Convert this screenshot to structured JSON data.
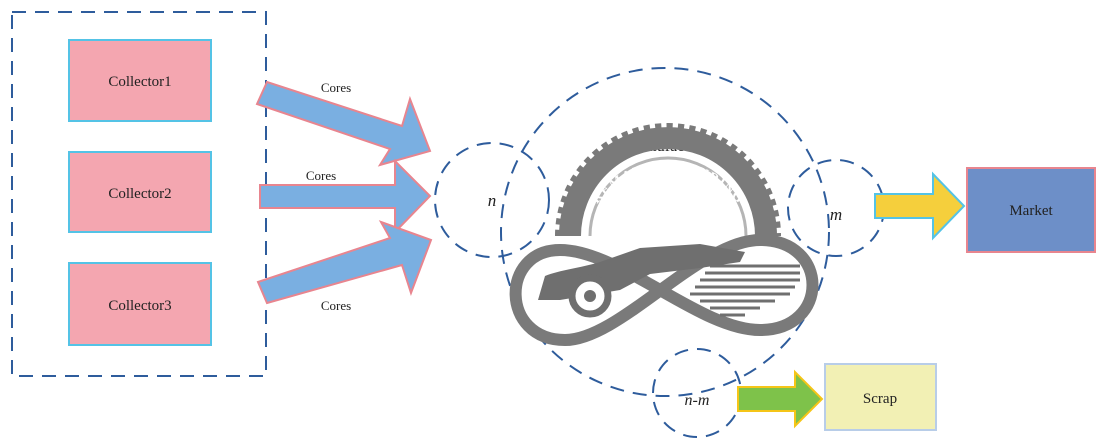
{
  "collectors": [
    {
      "label": "Collector1"
    },
    {
      "label": "Collector2"
    },
    {
      "label": "Collector3"
    }
  ],
  "flows": {
    "core_labels": [
      "Cores",
      "Cores",
      "Cores"
    ]
  },
  "remanufacturer": {
    "label": "Remanufacturer",
    "logo_text": "REMANUFACTURING",
    "n_label": "n",
    "m_label": "m",
    "nm_label": "n-m"
  },
  "market": {
    "label": "Market"
  },
  "scrap": {
    "label": "Scrap"
  },
  "colors": {
    "collector_fill": "#f4a6b0",
    "collector_border": "#54c3e6",
    "core_arrow_fill": "#7aafe1",
    "core_arrow_border": "#e8858f",
    "market_fill": "#6d8fc8",
    "market_border": "#e8858f",
    "market_arrow_fill": "#f5cf3c",
    "market_arrow_border": "#54c3e6",
    "scrap_fill": "#f2f0b4",
    "scrap_border": "#b8cde8",
    "scrap_arrow_fill": "#7ec24a",
    "scrap_arrow_border": "#f5c518",
    "dashed_line": "#2e5c9c",
    "logo_gray": "#7a7a7a"
  }
}
